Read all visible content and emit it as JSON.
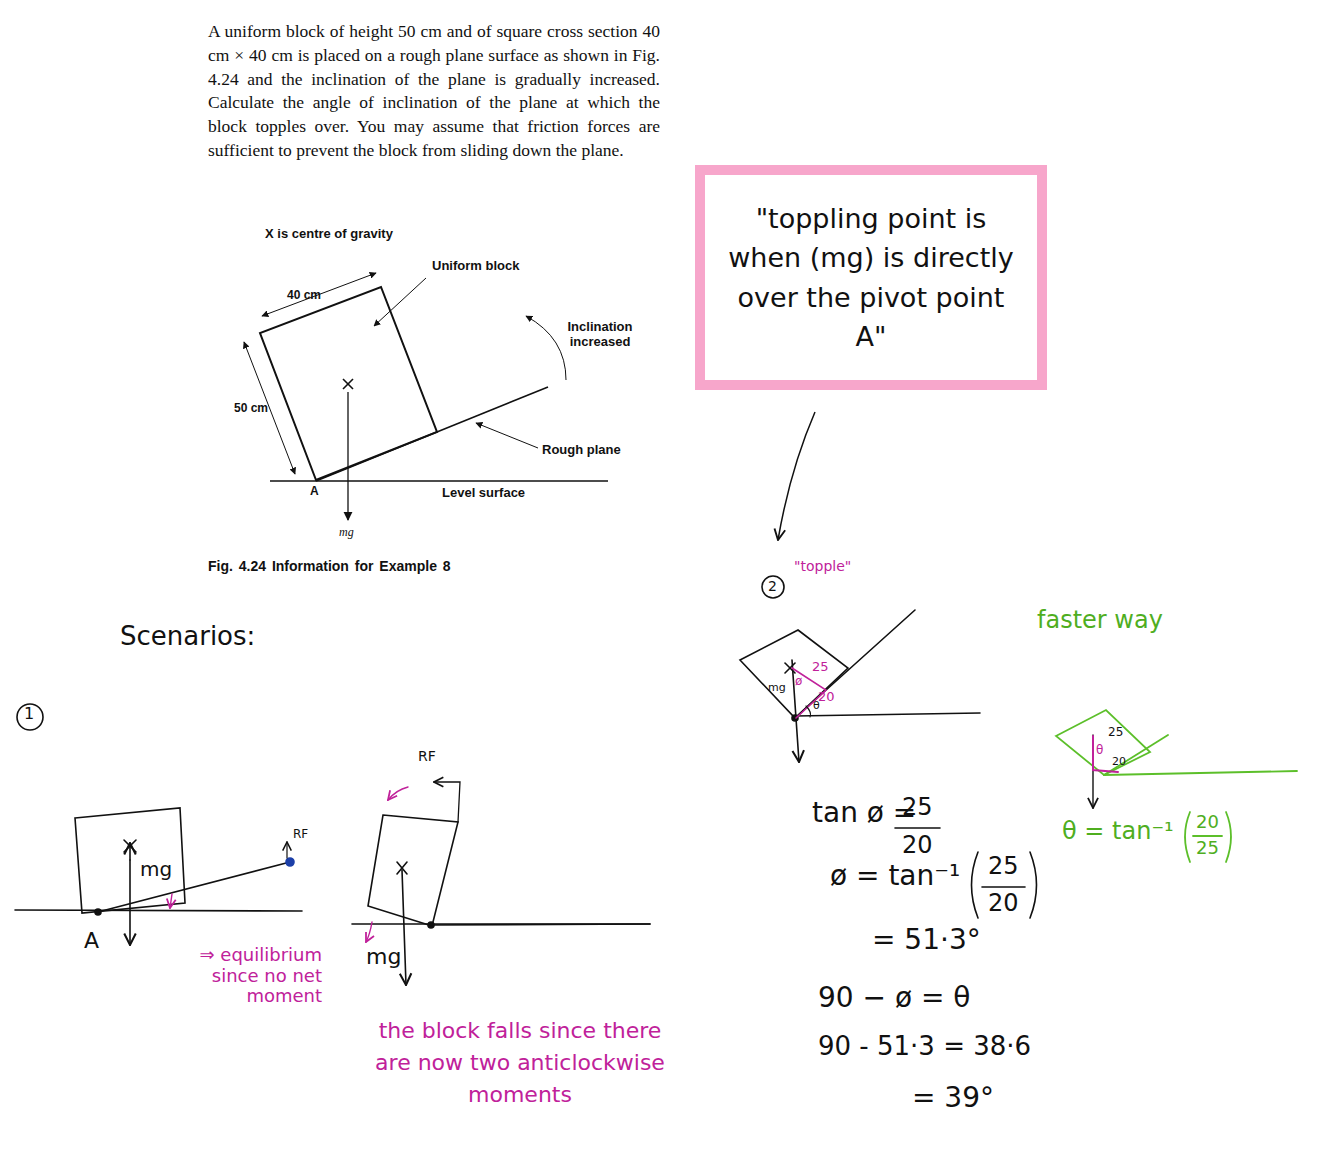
{
  "diagram": {
    "caption": "Fig. 4.24 Information for Example 8",
    "nodes": [
      {
        "text": [
          "\"toppling point is when (mg) is directly over the pivot point A\""
        ]
      }
    ],
    "labels": [
      "A uniform block of height 50 cm and of square cross section 40 cm × 40 cm is placed on a rough plane surface as shown in Fig. 4.24 and the inclination of the plane is gradually increased. Calculate the angle of inclination of the plane at which the block topples over. You may assume that friction forces are sufficient to prevent the block from sliding down the plane.",
      "X is centre of gravity",
      "Uniform block",
      "40 cm",
      "Inclination increased",
      "50 cm",
      "Rough plane",
      "A",
      "Level surface",
      "mg",
      "Scenarios:",
      "1",
      "A",
      "mg",
      "RF",
      "⇒ equilibrium since no net moment",
      "RF",
      "mg",
      "the block falls since there are now two anticlockwise moments",
      "2",
      "\"topple\"",
      "mg",
      "25",
      "20",
      "ø",
      "θ",
      "tan ø =",
      "25",
      "20",
      "ø = tan⁻¹",
      "25",
      "20",
      "= 51·3°",
      "90 − ø = θ",
      "90 - 51·3 = 38·6",
      "= 39°",
      "faster way",
      "25",
      "20",
      "θ",
      "θ = tan⁻¹",
      "20",
      "25"
    ]
  }
}
